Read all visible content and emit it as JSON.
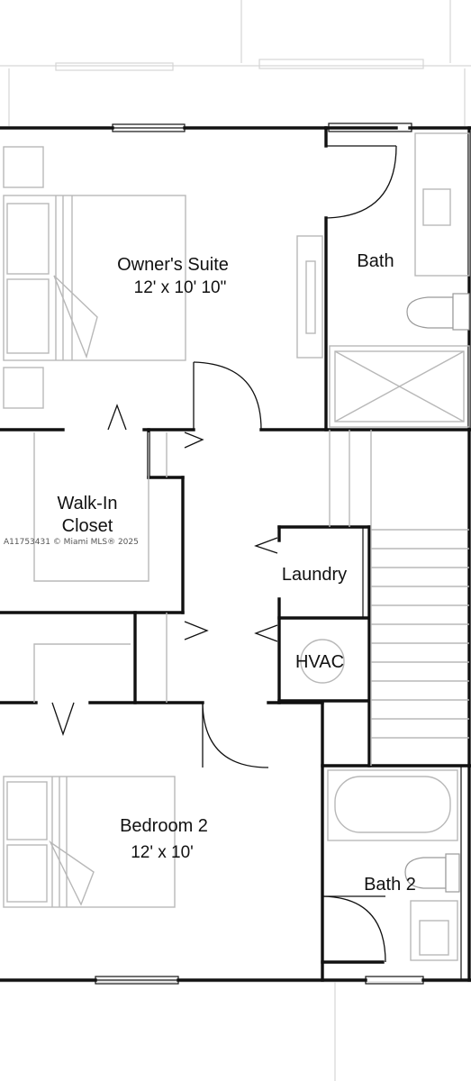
{
  "watermark": "A11753431 © Miami MLS® 2025",
  "rooms": {
    "owners_suite": {
      "label": "Owner's Suite",
      "dims": "12' x 10' 10\""
    },
    "bath": {
      "label": "Bath"
    },
    "walk_in_closet": {
      "label_line1": "Walk-In",
      "label_line2": "Closet"
    },
    "laundry": {
      "label": "Laundry"
    },
    "hvac": {
      "label": "HVAC"
    },
    "bedroom_2": {
      "label": "Bedroom 2",
      "dims": "12' x 10'"
    },
    "bath_2": {
      "label": "Bath 2"
    }
  }
}
